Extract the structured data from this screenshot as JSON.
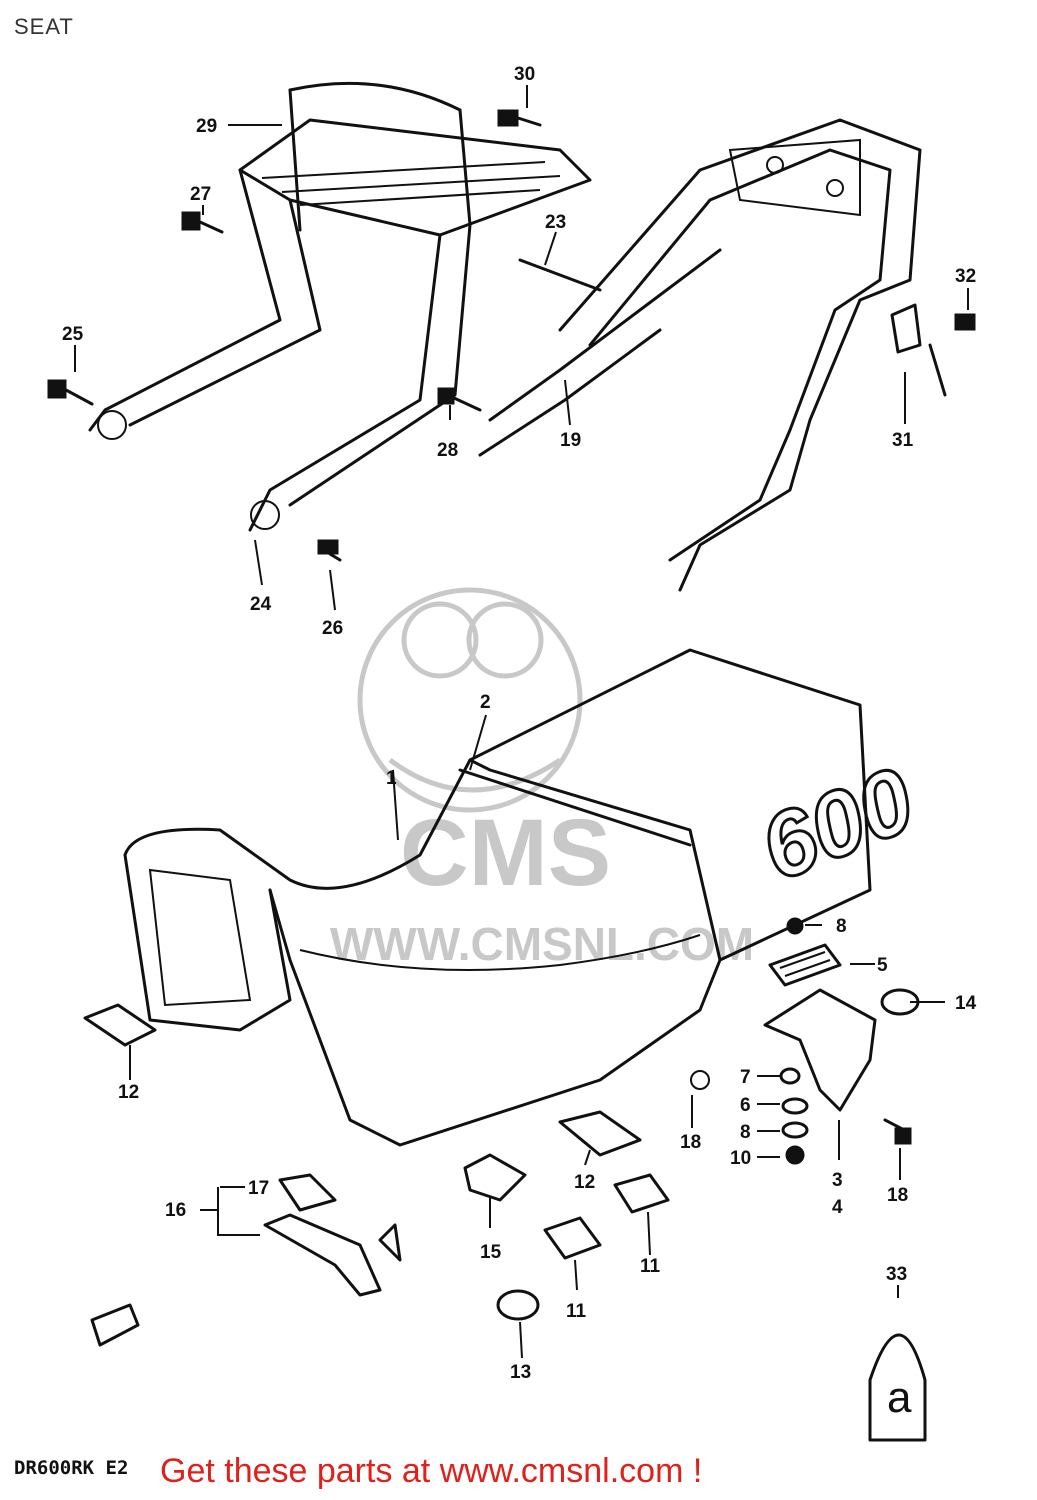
{
  "page": {
    "title": "SEAT",
    "model_code": "DR600RK E2",
    "promo_link": "Get these parts at www.cmsnl.com !",
    "watermark": {
      "name": "CMS",
      "url": "WWW.CMSNL.COM"
    },
    "seat_emblem": "600",
    "sticker_glyph": "a"
  },
  "callouts": [
    {
      "id": "30",
      "label": "30"
    },
    {
      "id": "29",
      "label": "29"
    },
    {
      "id": "27",
      "label": "27"
    },
    {
      "id": "23",
      "label": "23"
    },
    {
      "id": "25",
      "label": "25"
    },
    {
      "id": "32",
      "label": "32"
    },
    {
      "id": "28",
      "label": "28"
    },
    {
      "id": "19",
      "label": "19"
    },
    {
      "id": "31",
      "label": "31"
    },
    {
      "id": "24",
      "label": "24"
    },
    {
      "id": "26",
      "label": "26"
    },
    {
      "id": "2",
      "label": "2"
    },
    {
      "id": "1",
      "label": "1"
    },
    {
      "id": "8a",
      "label": "8"
    },
    {
      "id": "5",
      "label": "5"
    },
    {
      "id": "14",
      "label": "14"
    },
    {
      "id": "12a",
      "label": "12"
    },
    {
      "id": "7",
      "label": "7"
    },
    {
      "id": "6",
      "label": "6"
    },
    {
      "id": "8b",
      "label": "8"
    },
    {
      "id": "10",
      "label": "10"
    },
    {
      "id": "18a",
      "label": "18"
    },
    {
      "id": "3",
      "label": "3"
    },
    {
      "id": "4",
      "label": "4"
    },
    {
      "id": "18b",
      "label": "18"
    },
    {
      "id": "12b",
      "label": "12"
    },
    {
      "id": "17",
      "label": "17"
    },
    {
      "id": "16",
      "label": "16"
    },
    {
      "id": "15",
      "label": "15"
    },
    {
      "id": "11a",
      "label": "11"
    },
    {
      "id": "11b",
      "label": "11"
    },
    {
      "id": "13",
      "label": "13"
    },
    {
      "id": "33",
      "label": "33"
    }
  ]
}
